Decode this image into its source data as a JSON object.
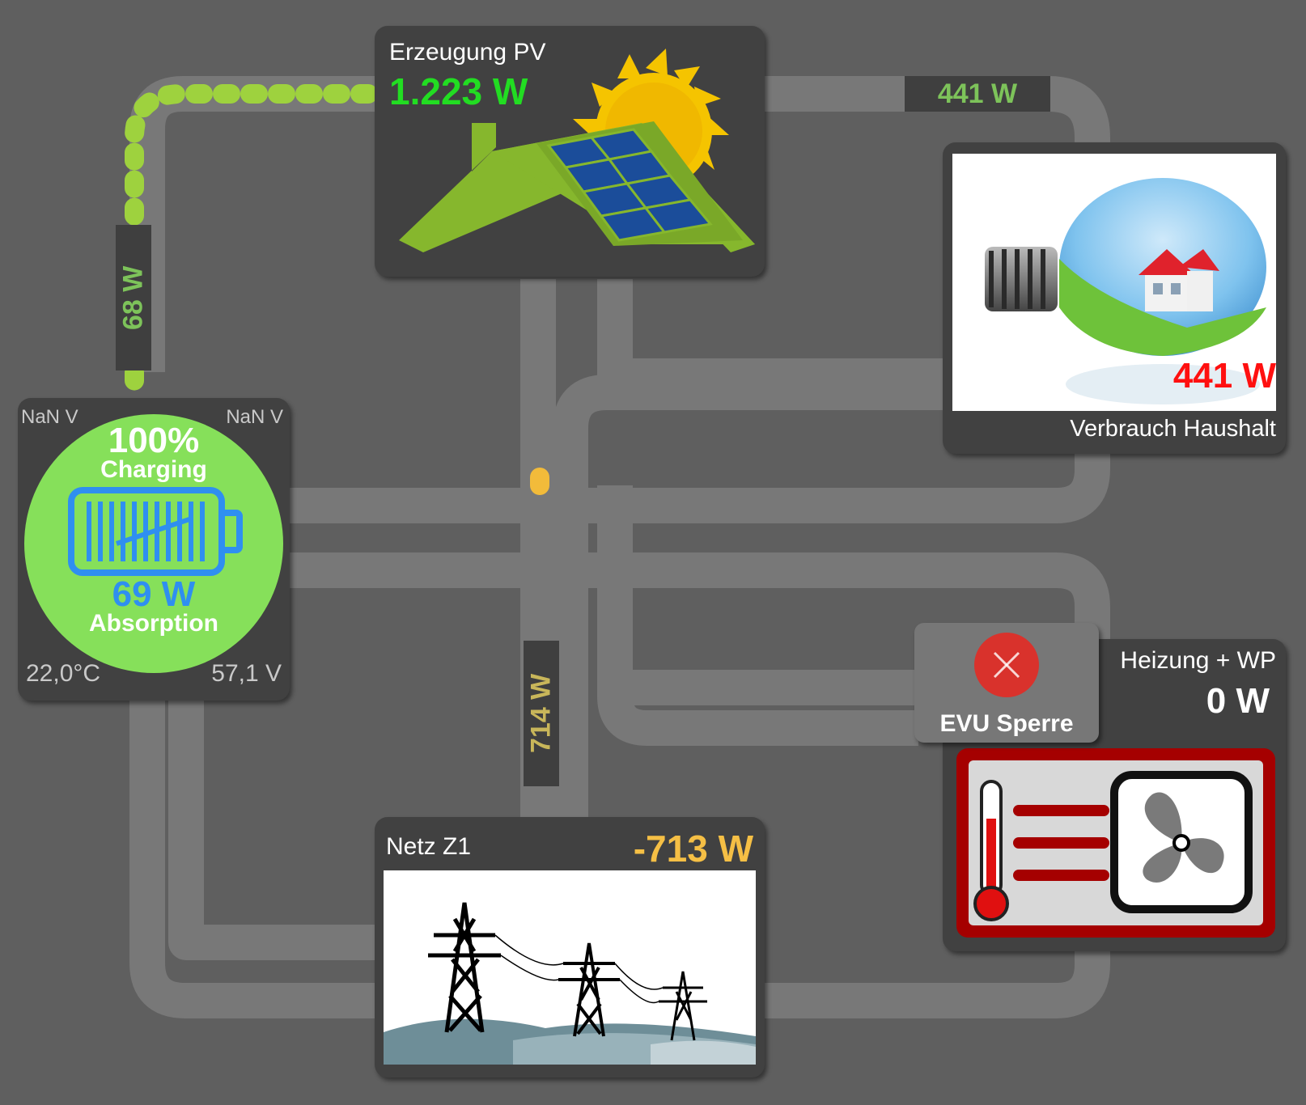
{
  "pv": {
    "title": "Erzeugung PV",
    "power": "1.223 W",
    "color": "#22dd22",
    "icon": "solar-roof-icon"
  },
  "household": {
    "title": "Verbrauch Haushalt",
    "power": "441 W",
    "color": "#ff1010",
    "icon": "lightbulb-house-image"
  },
  "battery": {
    "top_left": "NaN V",
    "top_right": "NaN V",
    "soc": "100%",
    "state": "Charging",
    "power": "69 W",
    "mode": "Absorption",
    "temperature": "22,0°C",
    "voltage": "57,1 V",
    "circle_color": "#86e05a",
    "power_color": "#2f8ff0",
    "icon": "battery-icon"
  },
  "grid": {
    "title": "Netz Z1",
    "power": "-713 W",
    "color": "#f5bf45",
    "icon": "power-lines-image"
  },
  "heating": {
    "title": "Heizung + WP",
    "power": "0 W",
    "icon": "heatpump-icon"
  },
  "evu": {
    "label": "EVU Sperre",
    "icon": "close-icon",
    "icon_color": "#d9322c"
  },
  "flows": {
    "pv_to_household": "441 W",
    "pv_to_battery": "68 W",
    "grid_flow": "714 W",
    "green": "#9ed23e",
    "amber": "#f2bb3a"
  }
}
